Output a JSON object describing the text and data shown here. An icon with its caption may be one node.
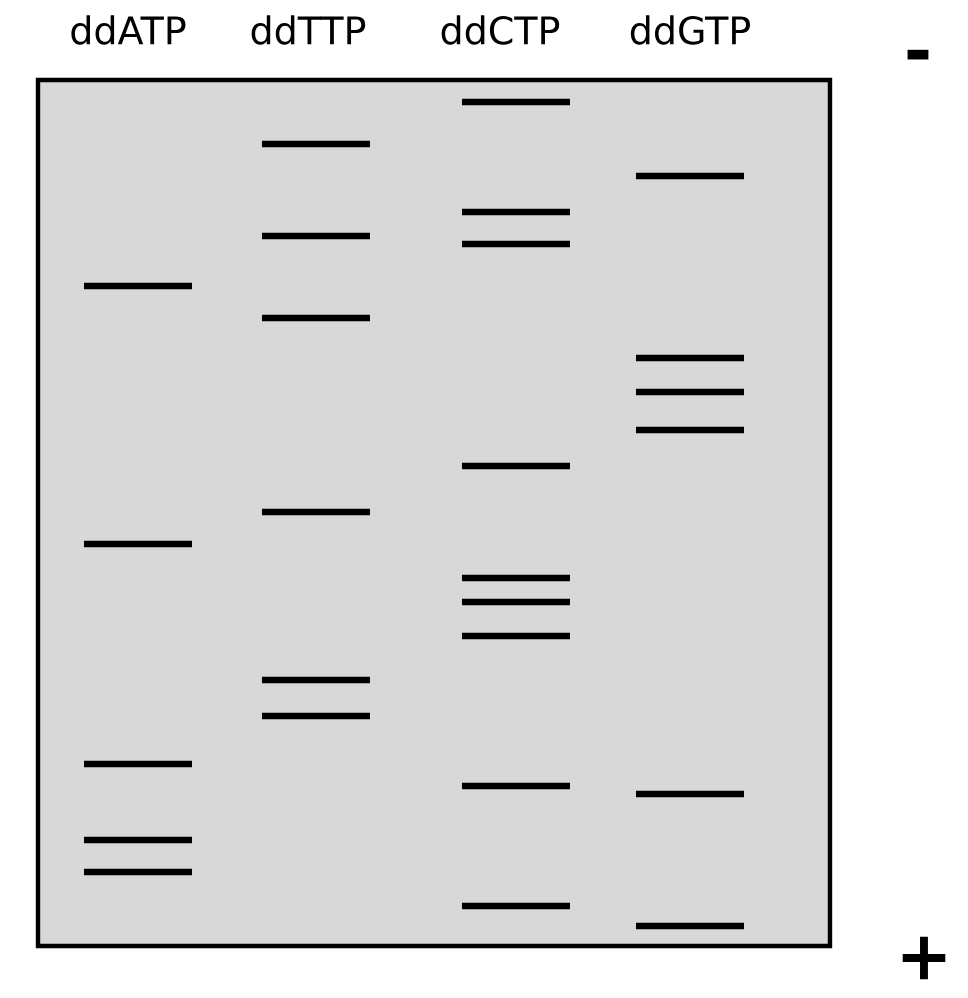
{
  "diagram": {
    "labels": [
      "ddATP",
      "ddTTP",
      "ddCTP",
      "ddGTP",
      "-",
      "+"
    ]
  }
}
